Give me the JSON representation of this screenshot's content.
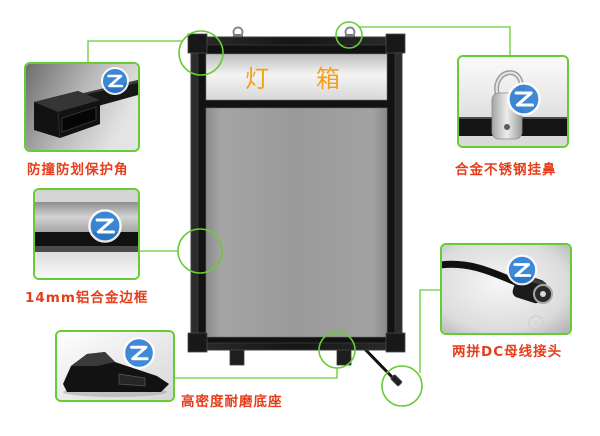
{
  "colors": {
    "accent_green": "#66cc33",
    "label_red": "#e63e1c",
    "sign_orange": "#f5a01a",
    "watermark_blue": "#2d7fd6",
    "frame_black": "#1a1a1a"
  },
  "icons": {
    "watermark": "brand-z-logo-icon"
  },
  "light_box": {
    "sign_left_char": "灯",
    "sign_right_char": "箱"
  },
  "callouts": [
    {
      "label": "防撞防划保护角"
    },
    {
      "label": "合金不锈钢挂鼻"
    },
    {
      "label": "14mm铝合金边框"
    },
    {
      "label": "高密度耐磨底座"
    },
    {
      "label": "两拼DC母线接头"
    }
  ]
}
